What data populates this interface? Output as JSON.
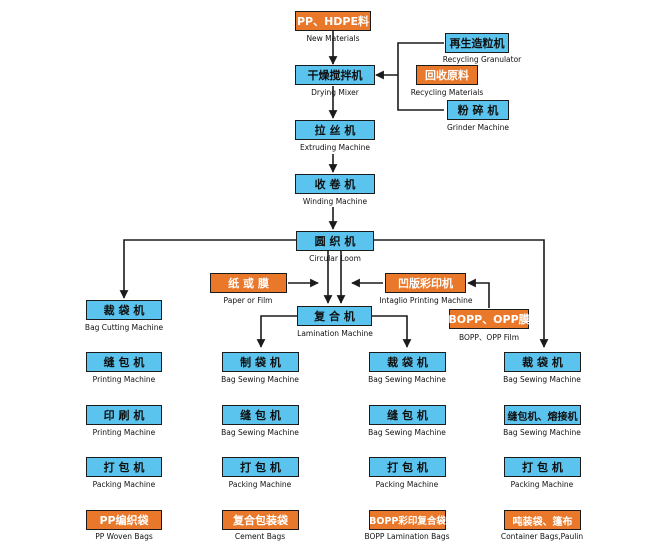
{
  "nodes": {
    "new_materials": {
      "cn": "PP、HDPE料",
      "en": "New Materials",
      "color": "orange"
    },
    "drying_mixer": {
      "cn": "干燥搅拌机",
      "en": "Drying Mixer",
      "color": "blue"
    },
    "recycling_granulator": {
      "cn": "再生造粒机",
      "en": "Recycling Granulator",
      "color": "blue"
    },
    "recycling_materials": {
      "cn": "回收原料",
      "en": "Recycling Materials",
      "color": "orange"
    },
    "grinder_machine": {
      "cn": "粉 碎 机",
      "en": "Grinder Machine",
      "color": "blue"
    },
    "extruding_machine": {
      "cn": "拉 丝 机",
      "en": "Extruding Machine",
      "color": "blue"
    },
    "winding_machine": {
      "cn": "收 卷 机",
      "en": "Winding Machine",
      "color": "blue"
    },
    "circular_loom": {
      "cn": "圆 织 机",
      "en": "Circular Loom",
      "color": "blue"
    },
    "paper_or_film": {
      "cn": "纸 或 膜",
      "en": "Paper or Film",
      "color": "orange"
    },
    "intaglio_printing": {
      "cn": "凹版彩印机",
      "en": "Intaglio Printing Machine",
      "color": "orange"
    },
    "lamination_machine": {
      "cn": "复 合 机",
      "en": "Lamination Machine",
      "color": "blue"
    },
    "bopp_film": {
      "cn": "BOPP、OPP膜",
      "en": "BOPP、OPP Film",
      "color": "orange"
    },
    "c1_cutting": {
      "cn": "裁 袋 机",
      "en": "Bag Cutting Machine",
      "color": "blue"
    },
    "c1_printing": {
      "cn": "缝 包 机",
      "en": "Printing Machine",
      "color": "blue"
    },
    "c1_print2": {
      "cn": "印 刷 机",
      "en": "Printing Machine",
      "color": "blue"
    },
    "c1_packing": {
      "cn": "打 包 机",
      "en": "Packing Machine",
      "color": "blue"
    },
    "c1_product": {
      "cn": "PP编织袋",
      "en": "PP Woven Bags",
      "color": "orange"
    },
    "c2_making": {
      "cn": "制 袋 机",
      "en": "Bag Sewing Machine",
      "color": "blue"
    },
    "c2_sewing": {
      "cn": "缝 包 机",
      "en": "Bag Sewing Machine",
      "color": "blue"
    },
    "c2_packing": {
      "cn": "打 包 机",
      "en": "Packing Machine",
      "color": "blue"
    },
    "c2_product": {
      "cn": "复合包装袋",
      "en": "Cement Bags",
      "color": "orange"
    },
    "c3_cutting": {
      "cn": "裁 袋 机",
      "en": "Bag Sewing Machine",
      "color": "blue"
    },
    "c3_sewing": {
      "cn": "缝 包 机",
      "en": "Bag Sewing Machine",
      "color": "blue"
    },
    "c3_packing": {
      "cn": "打 包 机",
      "en": "Packing Machine",
      "color": "blue"
    },
    "c3_product": {
      "cn": "BOPP彩印复合袋",
      "en": "BOPP Lamination Bags",
      "color": "orange"
    },
    "c4_cutting": {
      "cn": "裁 袋 机",
      "en": "Bag Sewing Machine",
      "color": "blue"
    },
    "c4_sewing": {
      "cn": "缝包机、熔接机",
      "en": "Bag Sewing Machine",
      "color": "blue"
    },
    "c4_packing": {
      "cn": "打 包 机",
      "en": "Packing Machine",
      "color": "blue"
    },
    "c4_product": {
      "cn": "吨装袋、篷布",
      "en": "Container Bags,Paulin",
      "color": "orange"
    }
  },
  "colors": {
    "blue": "#5ac4ef",
    "orange": "#e9782b",
    "line": "#1b1b1b"
  }
}
